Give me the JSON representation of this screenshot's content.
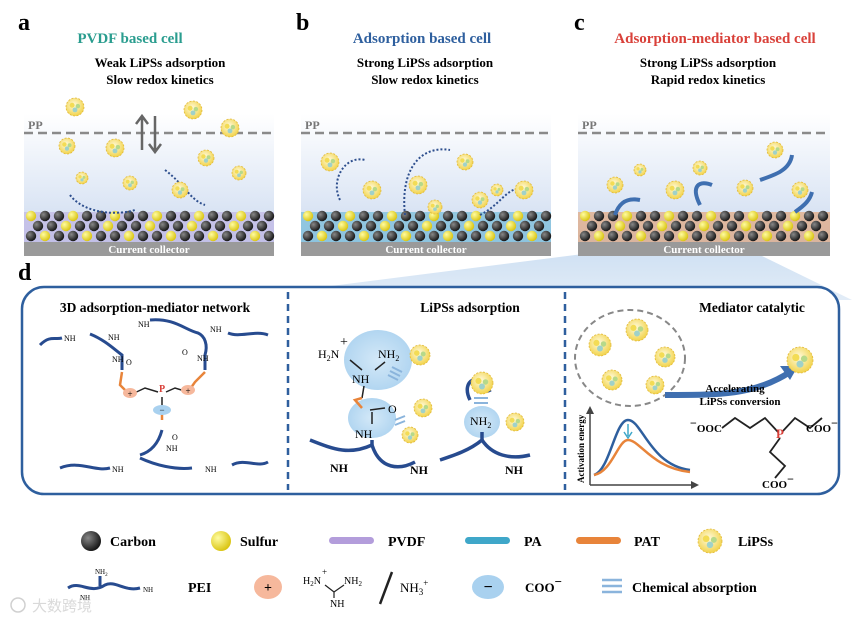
{
  "panels": {
    "a": {
      "letter": "a",
      "title": "PVDF based cell",
      "line1": "Weak LiPSs adsorption",
      "line2": "Slow redox kinetics",
      "pp": "PP",
      "collector": "Current collector",
      "title_color": "#2a9d8f"
    },
    "b": {
      "letter": "b",
      "title": "Adsorption based cell",
      "line1": "Strong LiPSs adsorption",
      "line2": "Slow redox kinetics",
      "pp": "PP",
      "collector": "Current collector",
      "title_color": "#2e5f9e"
    },
    "c": {
      "letter": "c",
      "title": "Adsorption-mediator based cell",
      "line1": "Strong LiPSs adsorption",
      "line2": "Rapid redox kinetics",
      "pp": "PP",
      "collector": "Current collector",
      "title_color": "#d9413a"
    }
  },
  "panel_d": {
    "letter": "d",
    "sec1": {
      "title": "3D adsorption-mediator network",
      "nh": "NH",
      "o": "O",
      "p": "P",
      "plus": "+",
      "minus": "−"
    },
    "sec2": {
      "title": "LiPSs adsorption",
      "plus": "+",
      "h2n": "H",
      "h2n_sub": "2",
      "h2n_n": "N",
      "nh2": "NH",
      "nh2_sub": "2",
      "nh": "NH",
      "o": "O",
      "nh2b": "NH",
      "nh2b_sub": "2",
      "nh_chain1": "NH",
      "nh_chain2": "NH",
      "nh_chain3": "NH"
    },
    "sec3": {
      "title": "Mediator catalytic",
      "accel1": "Accelerating",
      "accel2": "LiPSs conversion",
      "ylabel": "Activation energy",
      "p": "P",
      "cooL": "OOC",
      "cooR": "COO",
      "cooB": "COO",
      "minus": "−"
    }
  },
  "legend": {
    "row1": [
      "Carbon",
      "Sulfur",
      "PVDF",
      "PA",
      "PAT",
      "LiPSs"
    ],
    "row2": {
      "pei": "PEI",
      "plus": "+",
      "guan_h": "H",
      "guan_sub": "2",
      "guan_n": "N",
      "guan_plus": "+",
      "guan_nh2": "NH",
      "guan_nh2_sub": "2",
      "guan_nh": "NH",
      "nh3": "NH",
      "nh3_sub": "3",
      "nh3_sup": "+",
      "minus": "−",
      "coo": "COO",
      "coo_sup": "−",
      "chem": "Chemical absorption",
      "pei_nh2": "NH",
      "pei_nh2_sub": "2",
      "pei_nh": "NH"
    },
    "colors": {
      "carbon": "#2b2b2b",
      "sulfur": "#e8e23a",
      "pvdf": "#b39ddb",
      "pa": "#3fa7c9",
      "pat": "#e8843a",
      "chain": "#274b8f"
    }
  },
  "watermark": "大数跨境"
}
